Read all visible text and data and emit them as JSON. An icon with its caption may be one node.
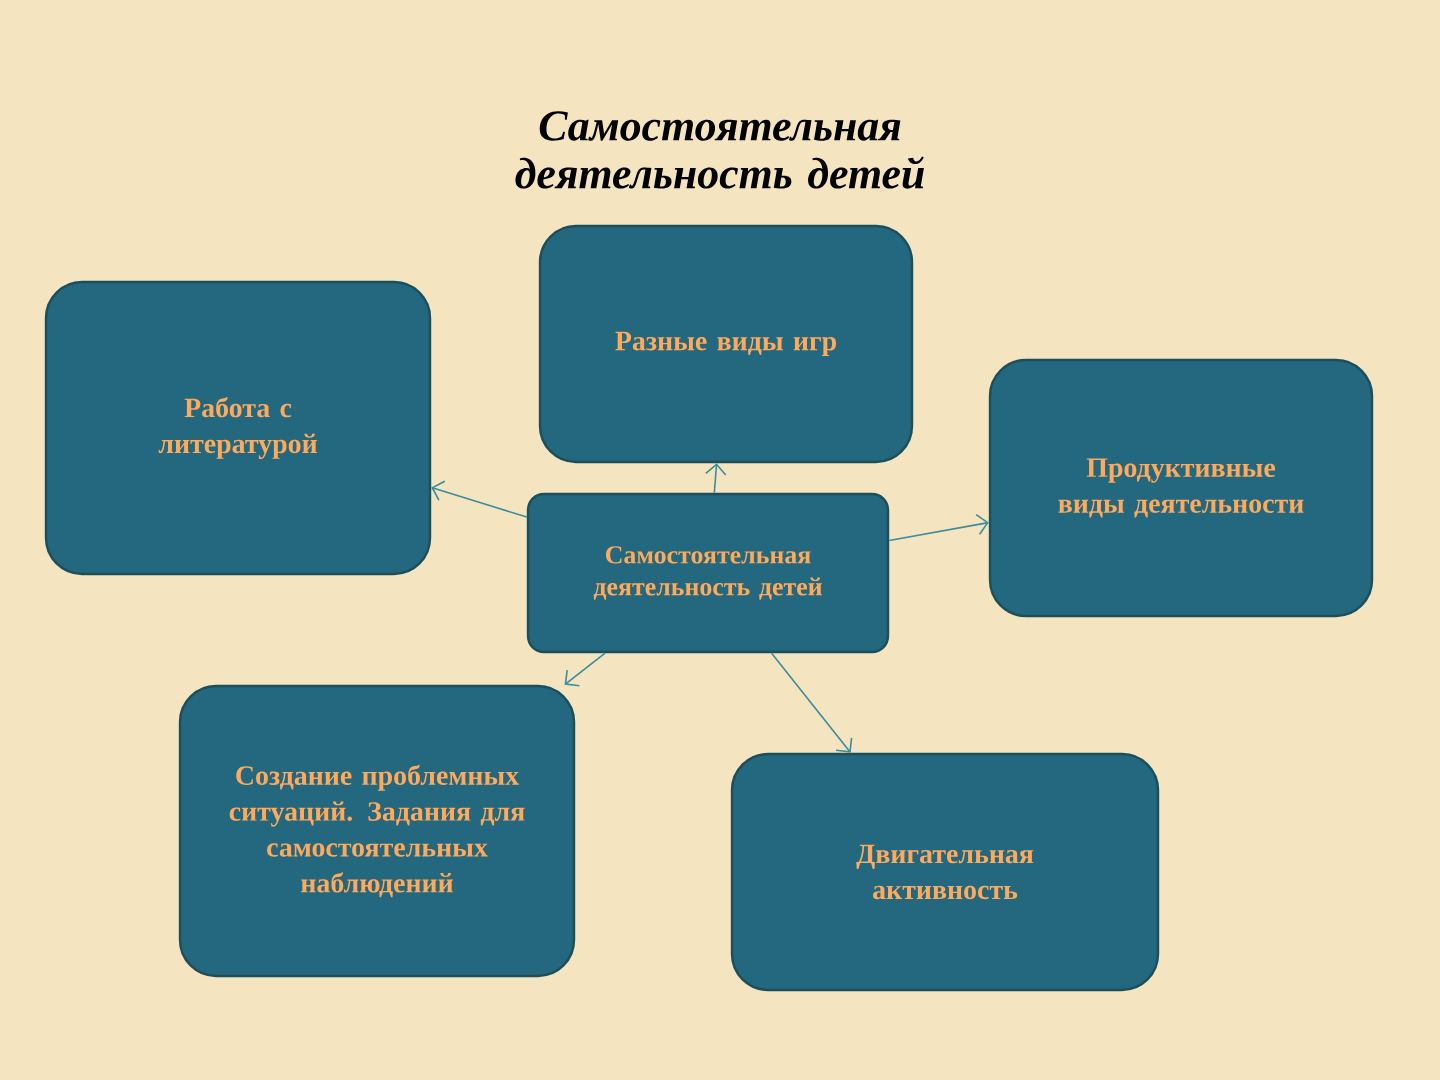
{
  "diagram": {
    "title": "Самостоятельная деятельность детей",
    "nodes": [
      {
        "text": [
          "Самостоятельная деятельность детей"
        ]
      },
      {
        "text": [
          "Разные виды игр"
        ]
      },
      {
        "text": [
          "Работа с литературой"
        ]
      },
      {
        "text": [
          "Продуктивные виды деятельности"
        ]
      },
      {
        "text": [
          "Создание проблемных ситуаций. Задания для самостоятельных наблюдений"
        ]
      },
      {
        "text": [
          "Двигательная активность"
        ]
      }
    ],
    "edges": [
      {
        "from": 0,
        "to": 1,
        "arrow": "to"
      },
      {
        "from": 0,
        "to": 2,
        "arrow": "to"
      },
      {
        "from": 0,
        "to": 3,
        "arrow": "to"
      },
      {
        "from": 0,
        "to": 4,
        "arrow": "to"
      },
      {
        "from": 0,
        "to": 5,
        "arrow": "to"
      }
    ]
  }
}
